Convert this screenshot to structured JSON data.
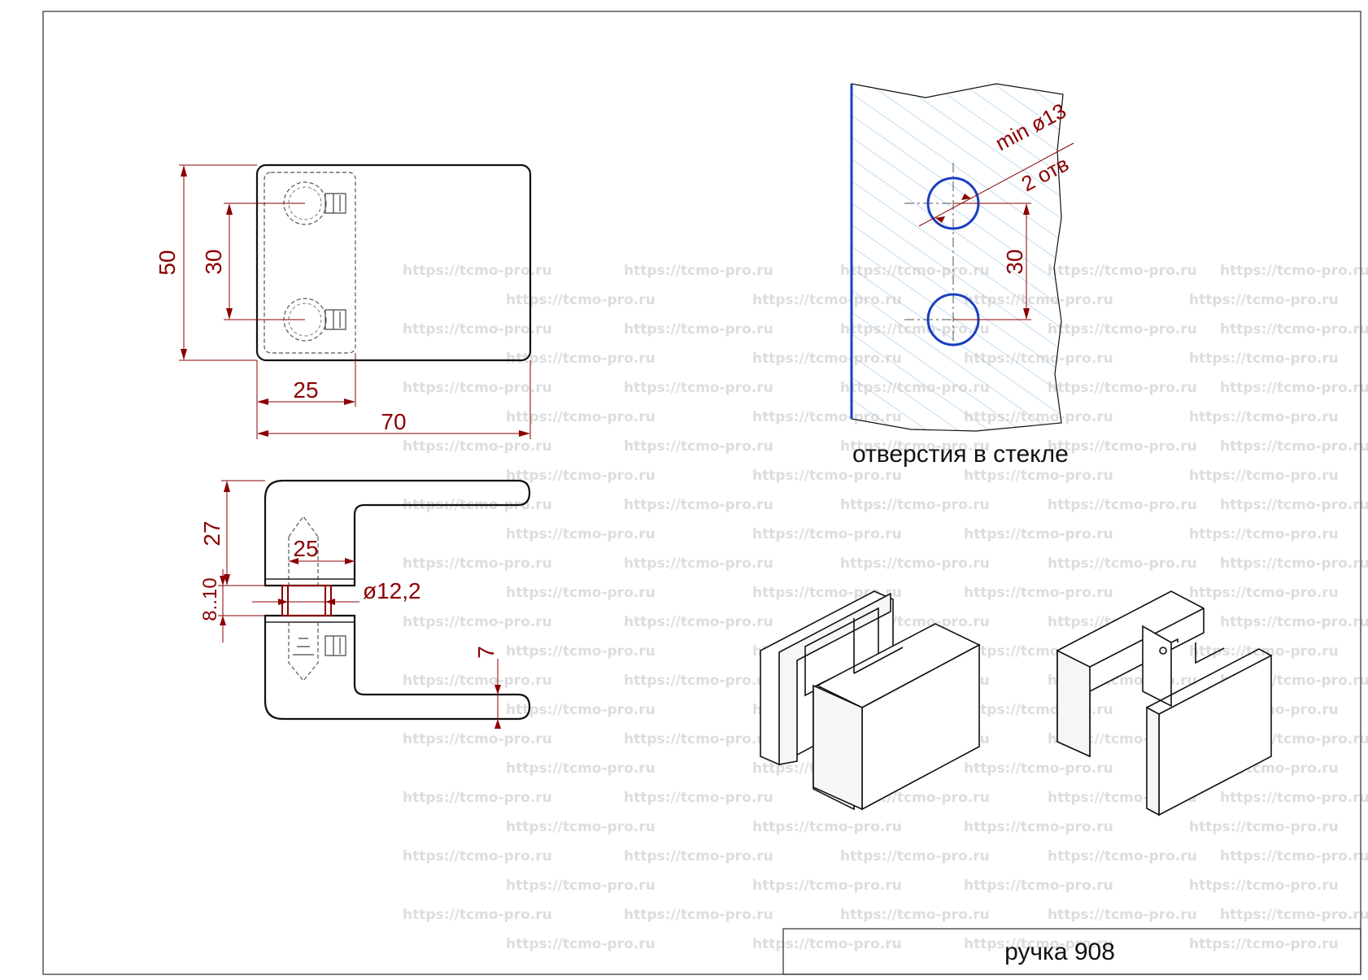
{
  "colors": {
    "outline": "#111111",
    "dimension": "#8b0000",
    "hole": "#1a3fbf",
    "hatch": "#8fc0e6",
    "watermark": "#dddddd"
  },
  "front_view": {
    "dim_height": "50",
    "dim_hole_spacing": "30",
    "dim_clamp_width": "25",
    "dim_total_width": "70"
  },
  "side_view": {
    "dim_height": "27",
    "dim_clamp_width": "25",
    "dim_glass_thickness": "8..10",
    "dim_bolt_diameter": "ø12,2",
    "dim_handle_thickness": "7"
  },
  "glass_view": {
    "dim_hole_diameter": "min ø13",
    "dim_hole_count": "2 отв",
    "dim_hole_spacing": "30",
    "caption": "отверстия в стекле"
  },
  "title_block": {
    "title": "ручка 908"
  },
  "watermark": {
    "text": "https://tcmo-pro.ru"
  }
}
